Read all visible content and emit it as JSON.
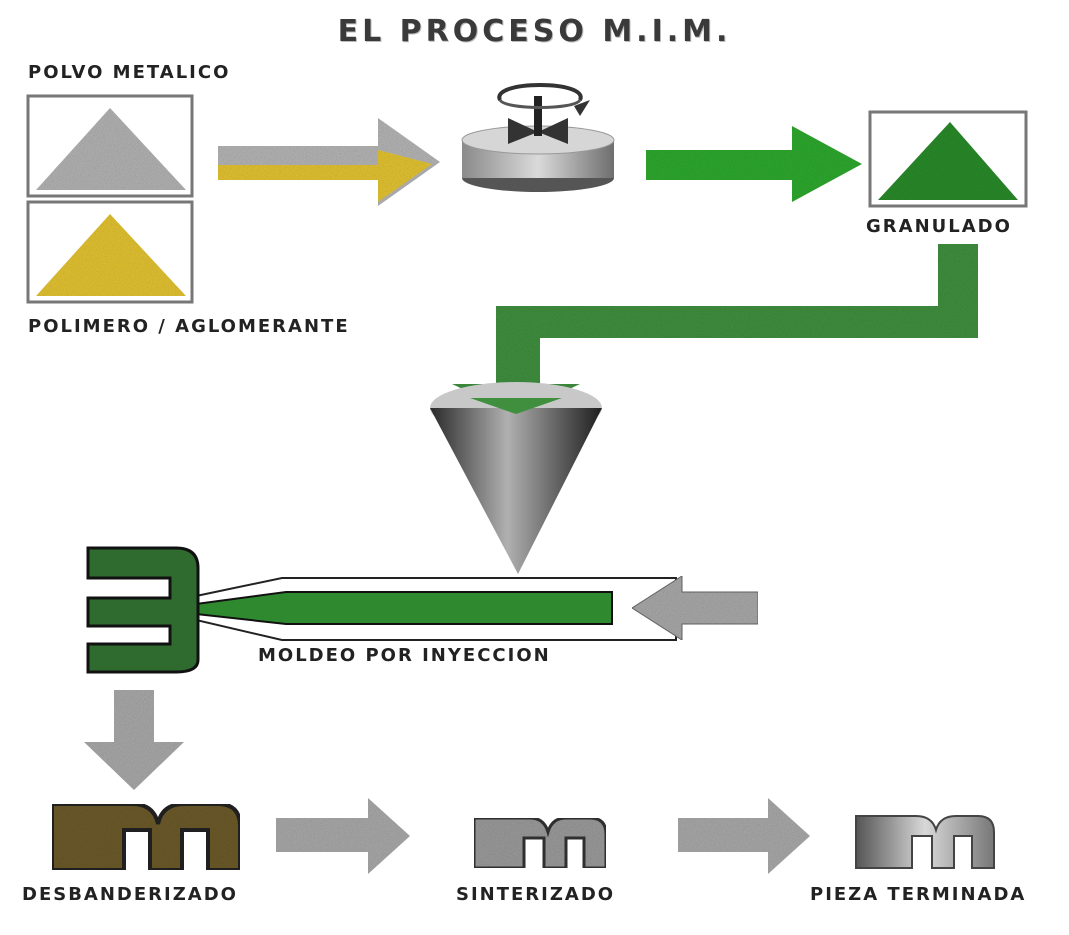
{
  "title": "EL PROCESO M.I.M.",
  "labels": {
    "metal_powder": "POLVO METALICO",
    "polymer": "POLIMERO / AGLOMERANTE",
    "granulate": "GRANULADO",
    "injection": "MOLDEO POR INYECCION",
    "debinding": "DESBANDERIZADO",
    "sintering": "SINTERIZADO",
    "finished": "PIEZA TERMINADA"
  },
  "colors": {
    "gray": "#a8a8a8",
    "yellow": "#e2c232",
    "green": "#2ea82e",
    "dark_green": "#2f6a2f",
    "brown": "#6b5a2a"
  }
}
